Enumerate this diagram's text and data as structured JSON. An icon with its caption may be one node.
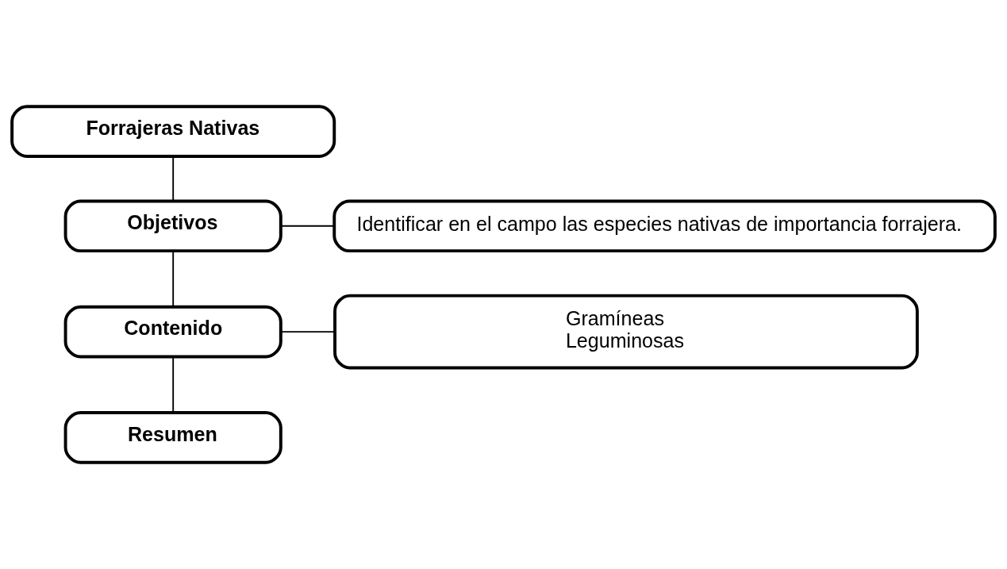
{
  "diagram": {
    "nodes": [
      {
        "text": [
          "Forrajeras Nativas"
        ]
      },
      {
        "text": [
          "Objetivos"
        ]
      },
      {
        "text": [
          "Identificar en el campo las especies nativas de importancia forrajera."
        ]
      },
      {
        "text": [
          "Contenido"
        ]
      },
      {
        "text": [
          "Gramíneas",
          "Leguminosas"
        ]
      },
      {
        "text": [
          "Resumen"
        ]
      }
    ],
    "edges": [
      {
        "from": 0,
        "to": 1,
        "arrow": "none"
      },
      {
        "from": 1,
        "to": 2,
        "arrow": "none"
      },
      {
        "from": 1,
        "to": 3,
        "arrow": "none"
      },
      {
        "from": 3,
        "to": 4,
        "arrow": "none"
      },
      {
        "from": 3,
        "to": 5,
        "arrow": "none"
      }
    ]
  }
}
